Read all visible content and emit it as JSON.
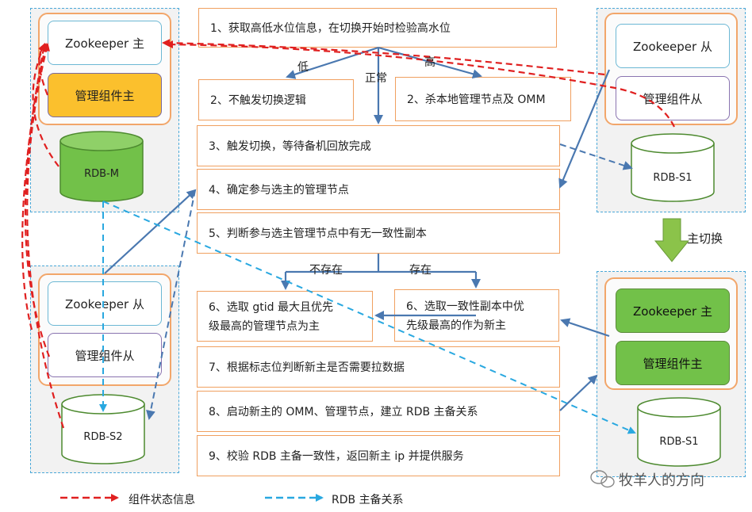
{
  "nodes": {
    "left_master": {
      "zookeeper_label": "Zookeeper 主",
      "manager_label": "管理组件主",
      "db_label": "RDB-M"
    },
    "left_slave": {
      "zookeeper_label": "Zookeeper 从",
      "manager_label": "管理组件从",
      "db_label": "RDB-S2"
    },
    "right_before": {
      "zookeeper_label": "Zookeeper 从",
      "manager_label": "管理组件从",
      "db_label": "RDB-S1"
    },
    "right_after": {
      "zookeeper_label": "Zookeeper 主",
      "manager_label": "管理组件主",
      "db_label": "RDB-S1"
    }
  },
  "switch_label": "主切换",
  "steps": {
    "s1": "1、获取高低水位信息，在切换开始时检验高水位",
    "s2a": "2、不触发切换逻辑",
    "s2b": "2、杀本地管理节点及 OMM",
    "s3": "3、触发切换，等待备机回放完成",
    "s4": "4、确定参与选主的管理节点",
    "s5": "5、判断参与选主管理节点中有无一致性副本",
    "s6a_line1": "6、选取 gtid 最大且优先",
    "s6a_line2": "级最高的管理节点为主",
    "s6b_line1": "6、选取一致性副本中优",
    "s6b_line2": "先级最高的作为新主",
    "s7": "7、根据标志位判断新主是否需要拉数据",
    "s8": "8、启动新主的 OMM、管理节点，建立 RDB 主备关系",
    "s9": "9、校验 RDB 主备一致性，返回新主 ip 并提供服务"
  },
  "branch_labels": {
    "low": "低",
    "normal": "正常",
    "high": "高",
    "not_exist": "不存在",
    "exist": "存在"
  },
  "legend": {
    "red_label": "组件状态信息",
    "blue_label": "RDB 主备关系"
  },
  "watermark": "牧羊人的方向",
  "colors": {
    "red_arrow": "#e02020",
    "blue_dash": "#29a8e0",
    "steel_arrow": "#4a78b0",
    "orange_border": "#f0a060",
    "green_fill": "#72c149",
    "yellow_fill": "#fbc02d"
  }
}
